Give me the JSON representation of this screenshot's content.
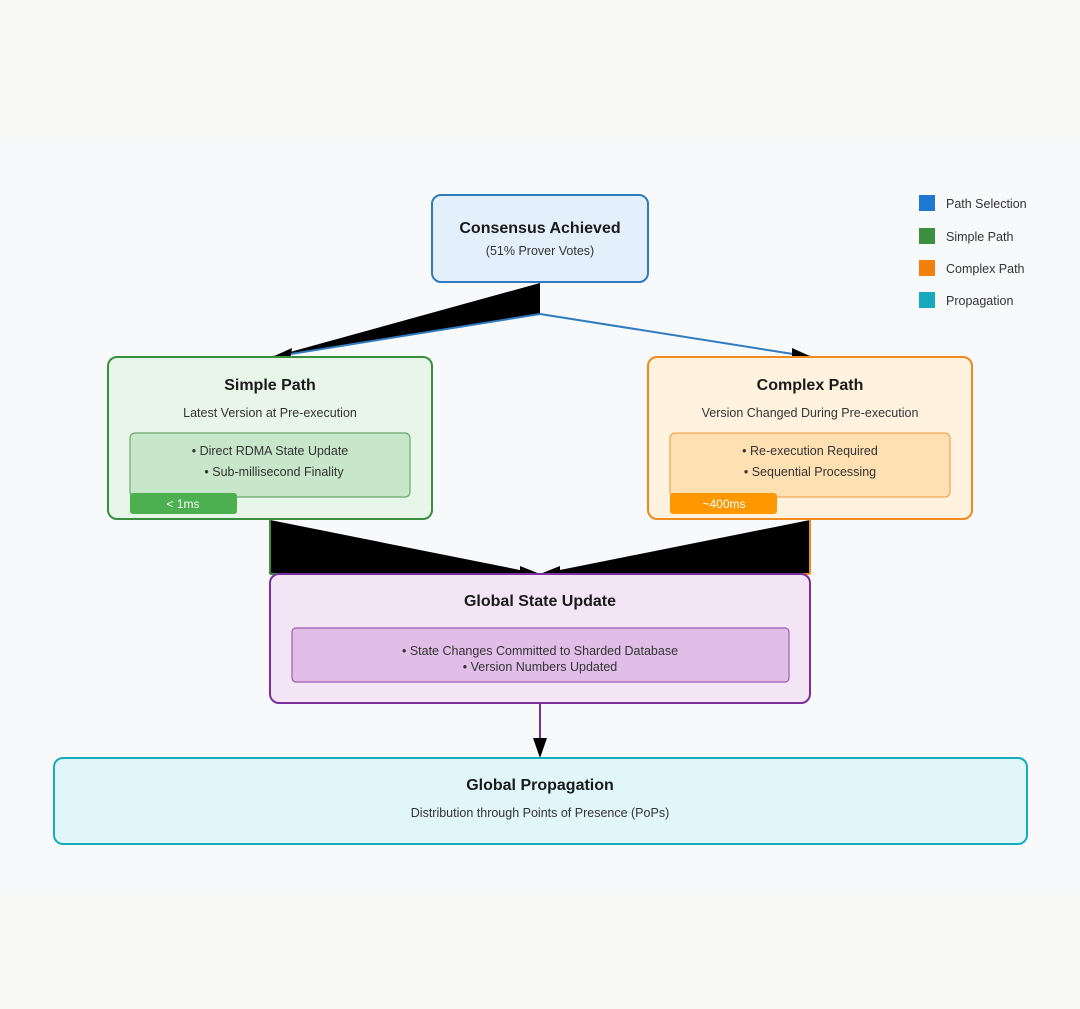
{
  "colors": {
    "page_bg": "#f9f9f7",
    "canvas_bg": "#f8f9fa",
    "blue": "#2f7bbf",
    "green": "#3a8f3f",
    "orange": "#ef8a1e",
    "purple": "#7b2f9b",
    "teal": "#16aebd"
  },
  "consensus": {
    "title": "Consensus Achieved",
    "subtitle": "(51% Prover Votes)"
  },
  "simple": {
    "title": "Simple Path",
    "subtitle": "Latest Version at Pre-execution",
    "bullets": [
      "• Direct RDMA State Update",
      "• Sub-millisecond Finality"
    ],
    "badge": "< 1ms"
  },
  "complex": {
    "title": "Complex Path",
    "subtitle": "Version Changed During Pre-execution",
    "bullets": [
      "• Re-execution Required",
      "• Sequential Processing"
    ],
    "badge": "~400ms"
  },
  "global_update": {
    "title": "Global State Update",
    "bullets": [
      "• State Changes Committed to Sharded Database",
      "• Version Numbers Updated"
    ]
  },
  "propagation": {
    "title": "Global Propagation",
    "subtitle": "Distribution through Points of Presence (PoPs)"
  },
  "legend": {
    "items": [
      {
        "label": "Path Selection",
        "color": "#1e78d2",
        "icon": "square-swatch"
      },
      {
        "label": "Simple Path",
        "color": "#3b8f3e",
        "icon": "square-swatch"
      },
      {
        "label": "Complex Path",
        "color": "#f07f0e",
        "icon": "square-swatch"
      },
      {
        "label": "Propagation",
        "color": "#18a9bf",
        "icon": "square-swatch"
      }
    ]
  }
}
